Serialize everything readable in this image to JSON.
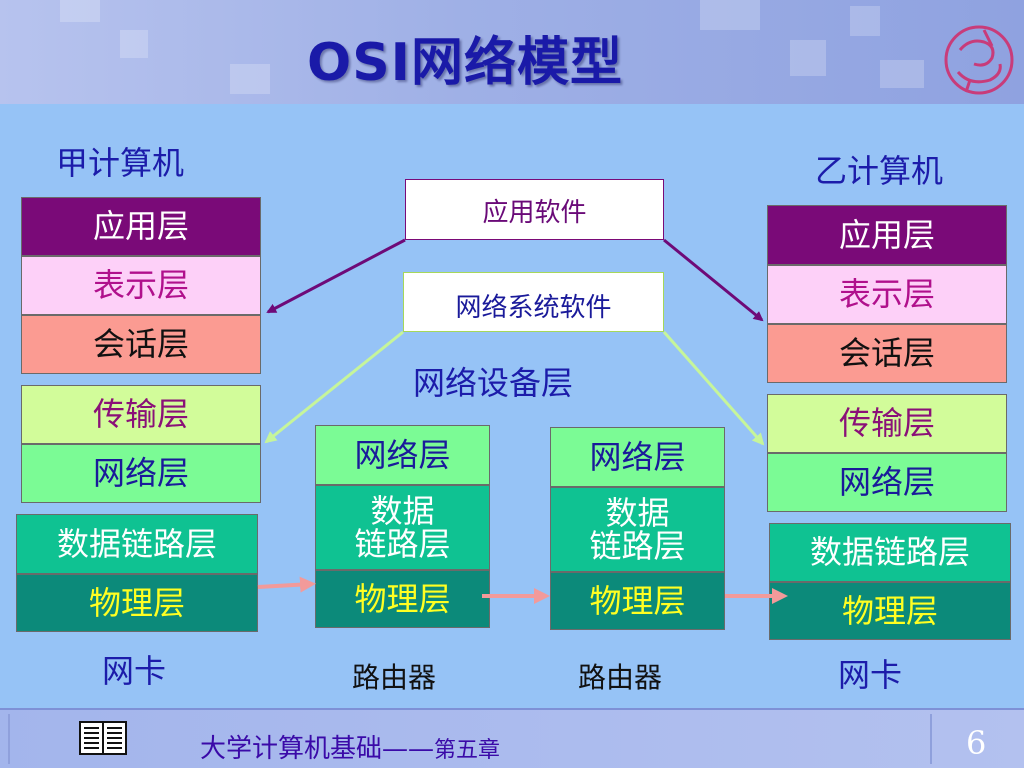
{
  "title": "OSI网络模型",
  "computer_a": {
    "label": "甲计算机",
    "group1": [
      "应用层",
      "表示层",
      "会话层"
    ],
    "group2": [
      "传输层",
      "网络层"
    ],
    "group3": [
      "数据链路层",
      "物理层"
    ],
    "nic_label": "网卡"
  },
  "computer_b": {
    "label": "乙计算机",
    "group1": [
      "应用层",
      "表示层",
      "会话层"
    ],
    "group2": [
      "传输层",
      "网络层"
    ],
    "group3": [
      "数据链路层",
      "物理层"
    ],
    "nic_label": "网卡"
  },
  "router1": {
    "layers": [
      "网络层",
      "数据\n链路层",
      "物理层"
    ],
    "label": "路由器"
  },
  "router2": {
    "layers": [
      "网络层",
      "数据\n链路层",
      "物理层"
    ],
    "label": "路由器"
  },
  "software": {
    "application": "应用软件",
    "network_system": "网络系统软件",
    "device_layer": "网络设备层"
  },
  "footer": {
    "course": "大学计算机基础",
    "dash": "——",
    "chapter": "第五章",
    "page": "6"
  },
  "colors": {
    "application": "#7a0a78",
    "presentation": "#fdd0f8",
    "session": "#fb9b92",
    "transport": "#d2fc9a",
    "network": "#7bfb95",
    "datalink": "#0fc292",
    "physical": "#0c8a7a",
    "app_arrow": "#6e0a78",
    "net_arrow": "#c6f59a",
    "phy_arrow": "#f29a9a"
  },
  "icons": [
    "logo-emblem",
    "book-icon"
  ]
}
